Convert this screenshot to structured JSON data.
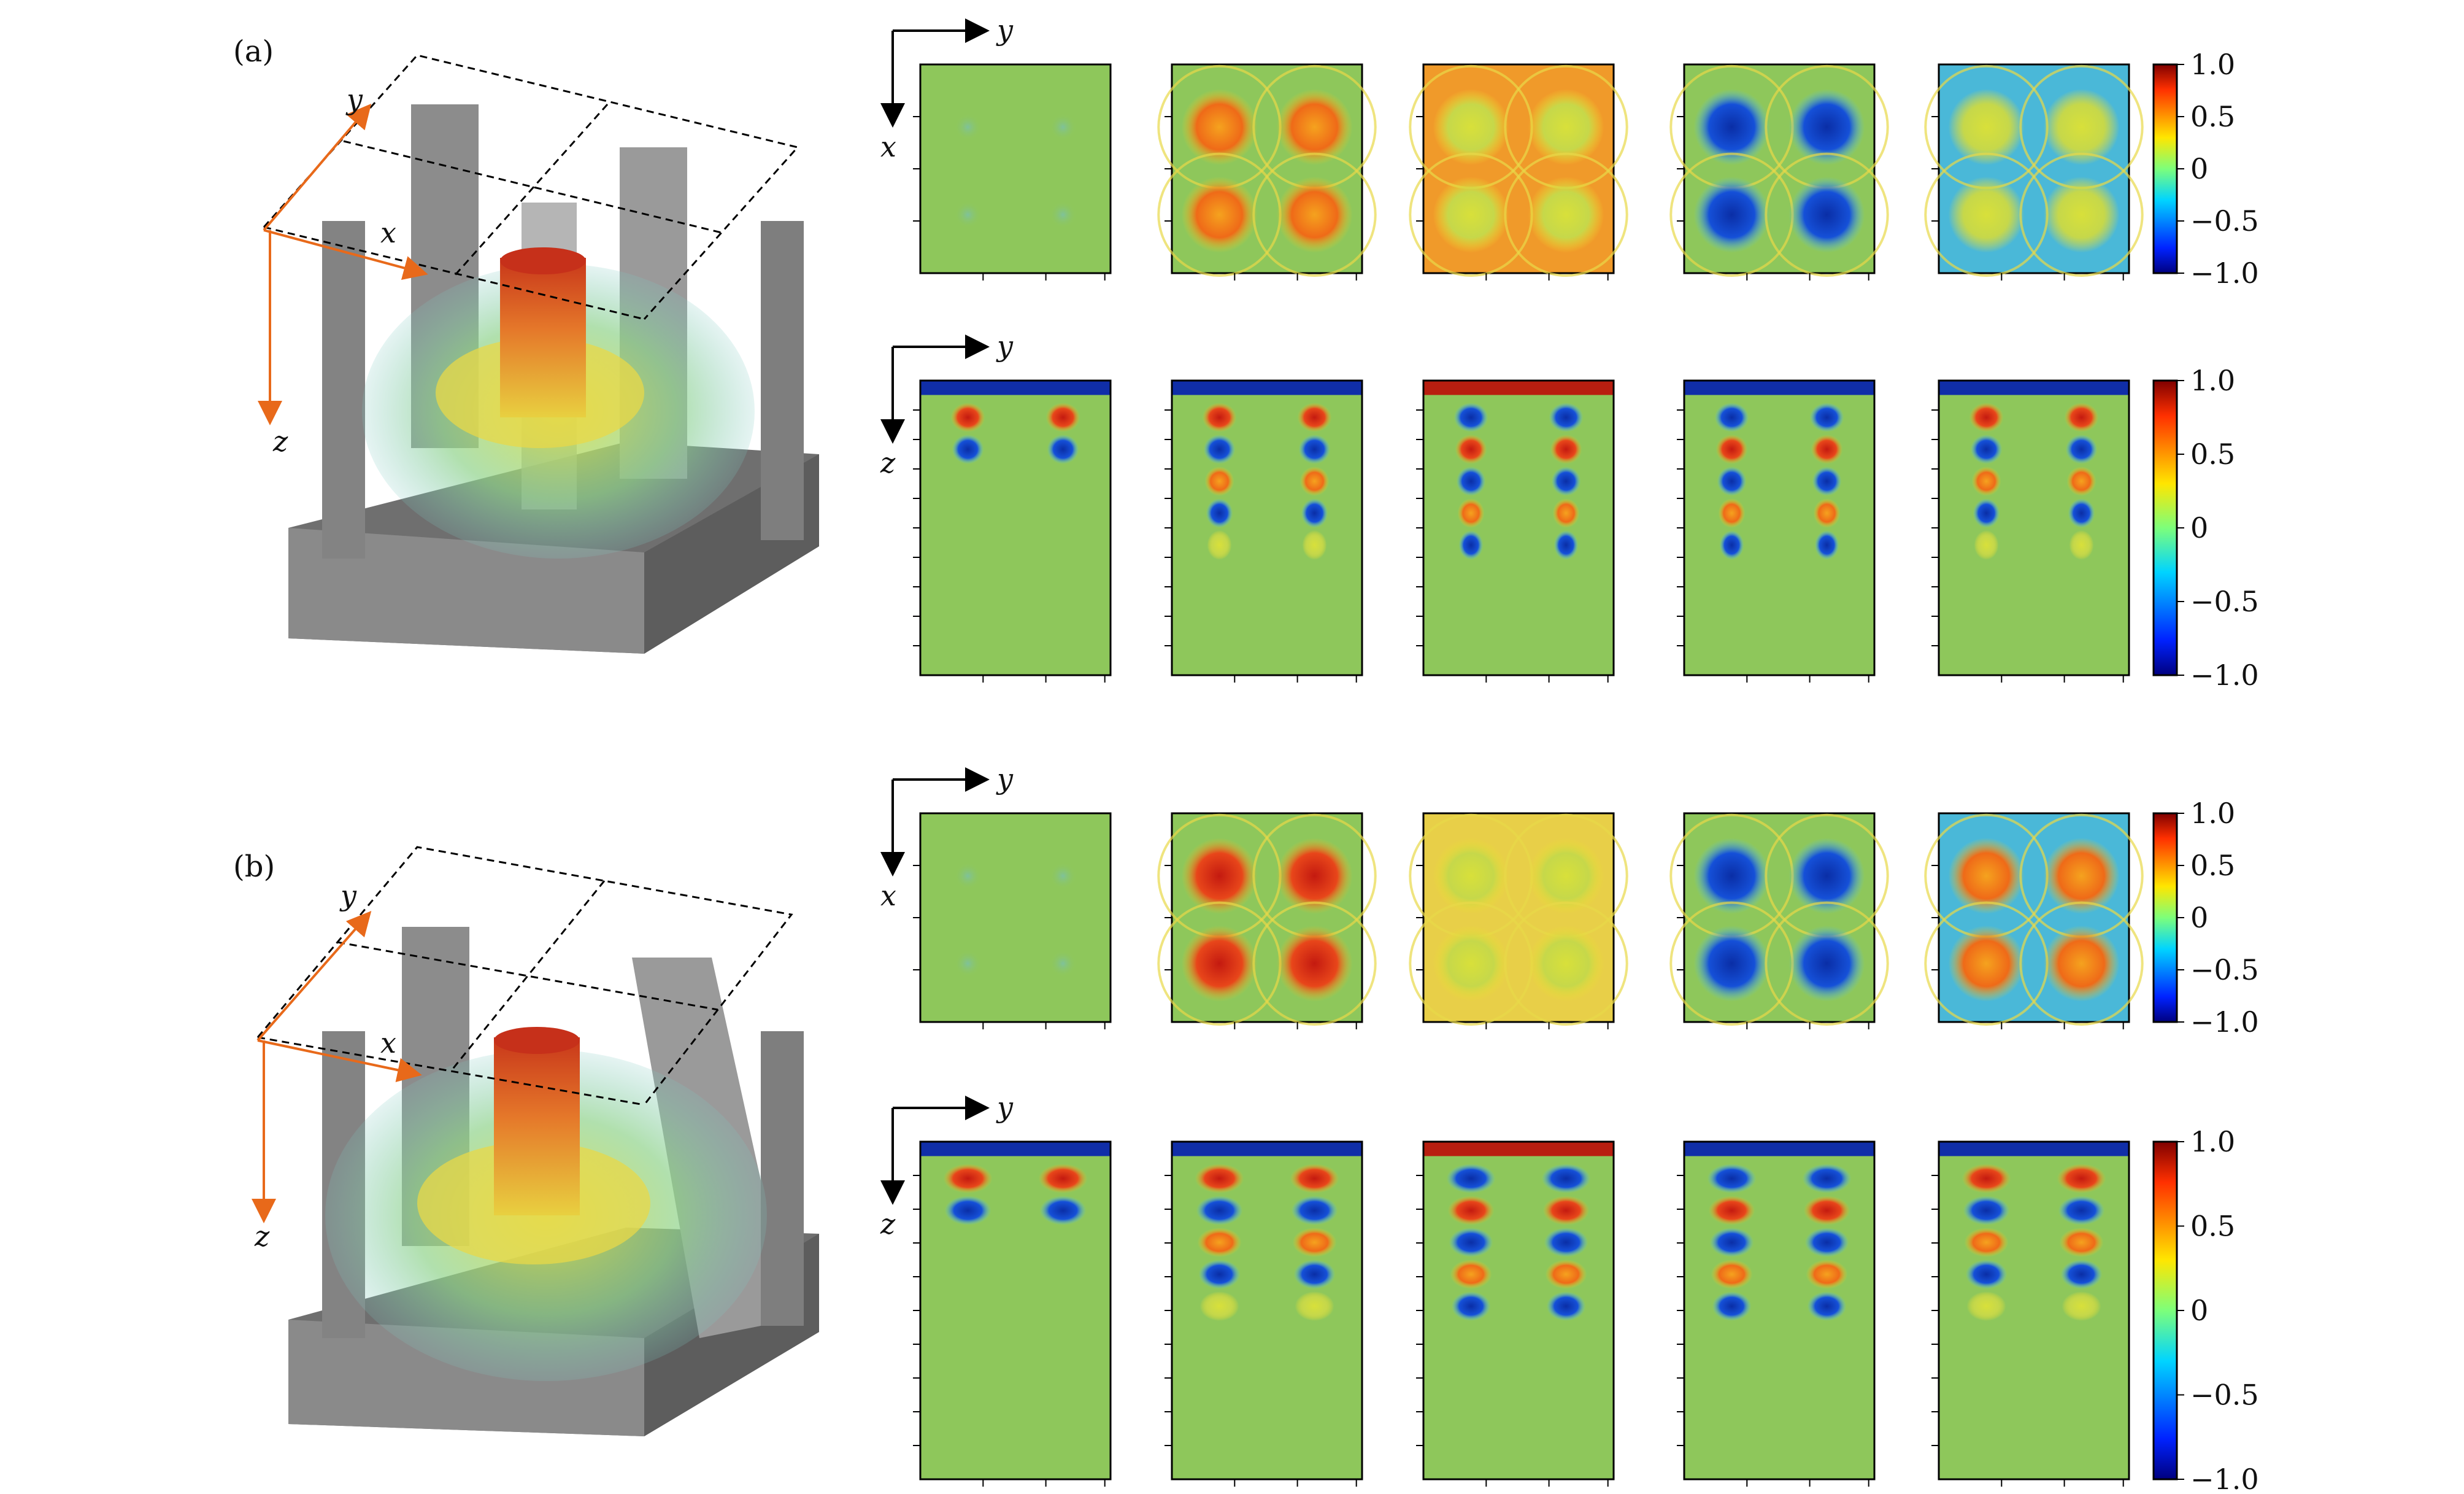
{
  "panel_labels": [
    "(a)",
    "(b)"
  ],
  "axis_letters": {
    "x": "x",
    "y": "y",
    "z": "z"
  },
  "colorbar_ticks": [
    "1.0",
    "0.5",
    "0",
    "−0.5",
    "−1.0"
  ],
  "colorbar_range": [
    -1.0,
    1.0
  ],
  "colormap": "jet",
  "colors": {
    "background_field": "#8ec75b",
    "structure_gray": "#7b7b7b",
    "axis_arrow_3d": "#e8691a",
    "axis_arrow_2d": "#000000"
  },
  "grid": {
    "rows_per_panel": 2,
    "columns": 5,
    "top_row_view": "x-y",
    "bottom_row_view": "y-z"
  }
}
